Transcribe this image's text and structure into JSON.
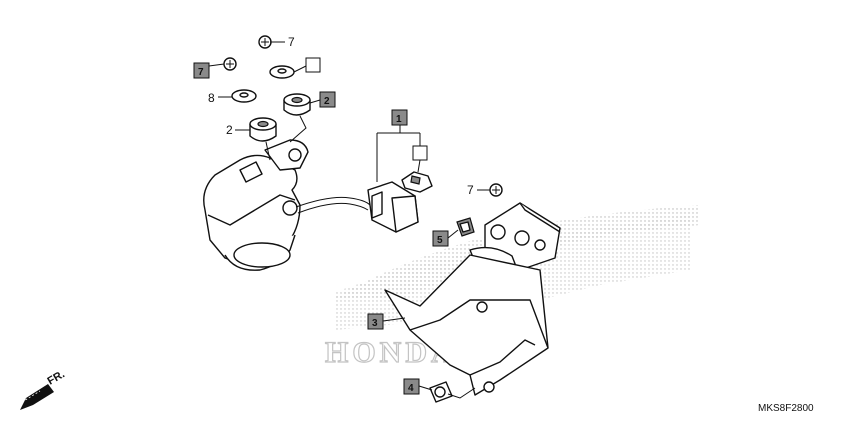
{
  "diagram": {
    "callouts": {
      "c7_top": "7",
      "c7_left": "7",
      "c8": "8",
      "c2_left": "2",
      "c2_right": "2",
      "c1": "1",
      "c7_right": "7",
      "c5": "5",
      "c3": "3",
      "c4": "4"
    },
    "watermark": "HONDA",
    "direction_label": "FR.",
    "drawing_code": "MKS8F2800"
  }
}
